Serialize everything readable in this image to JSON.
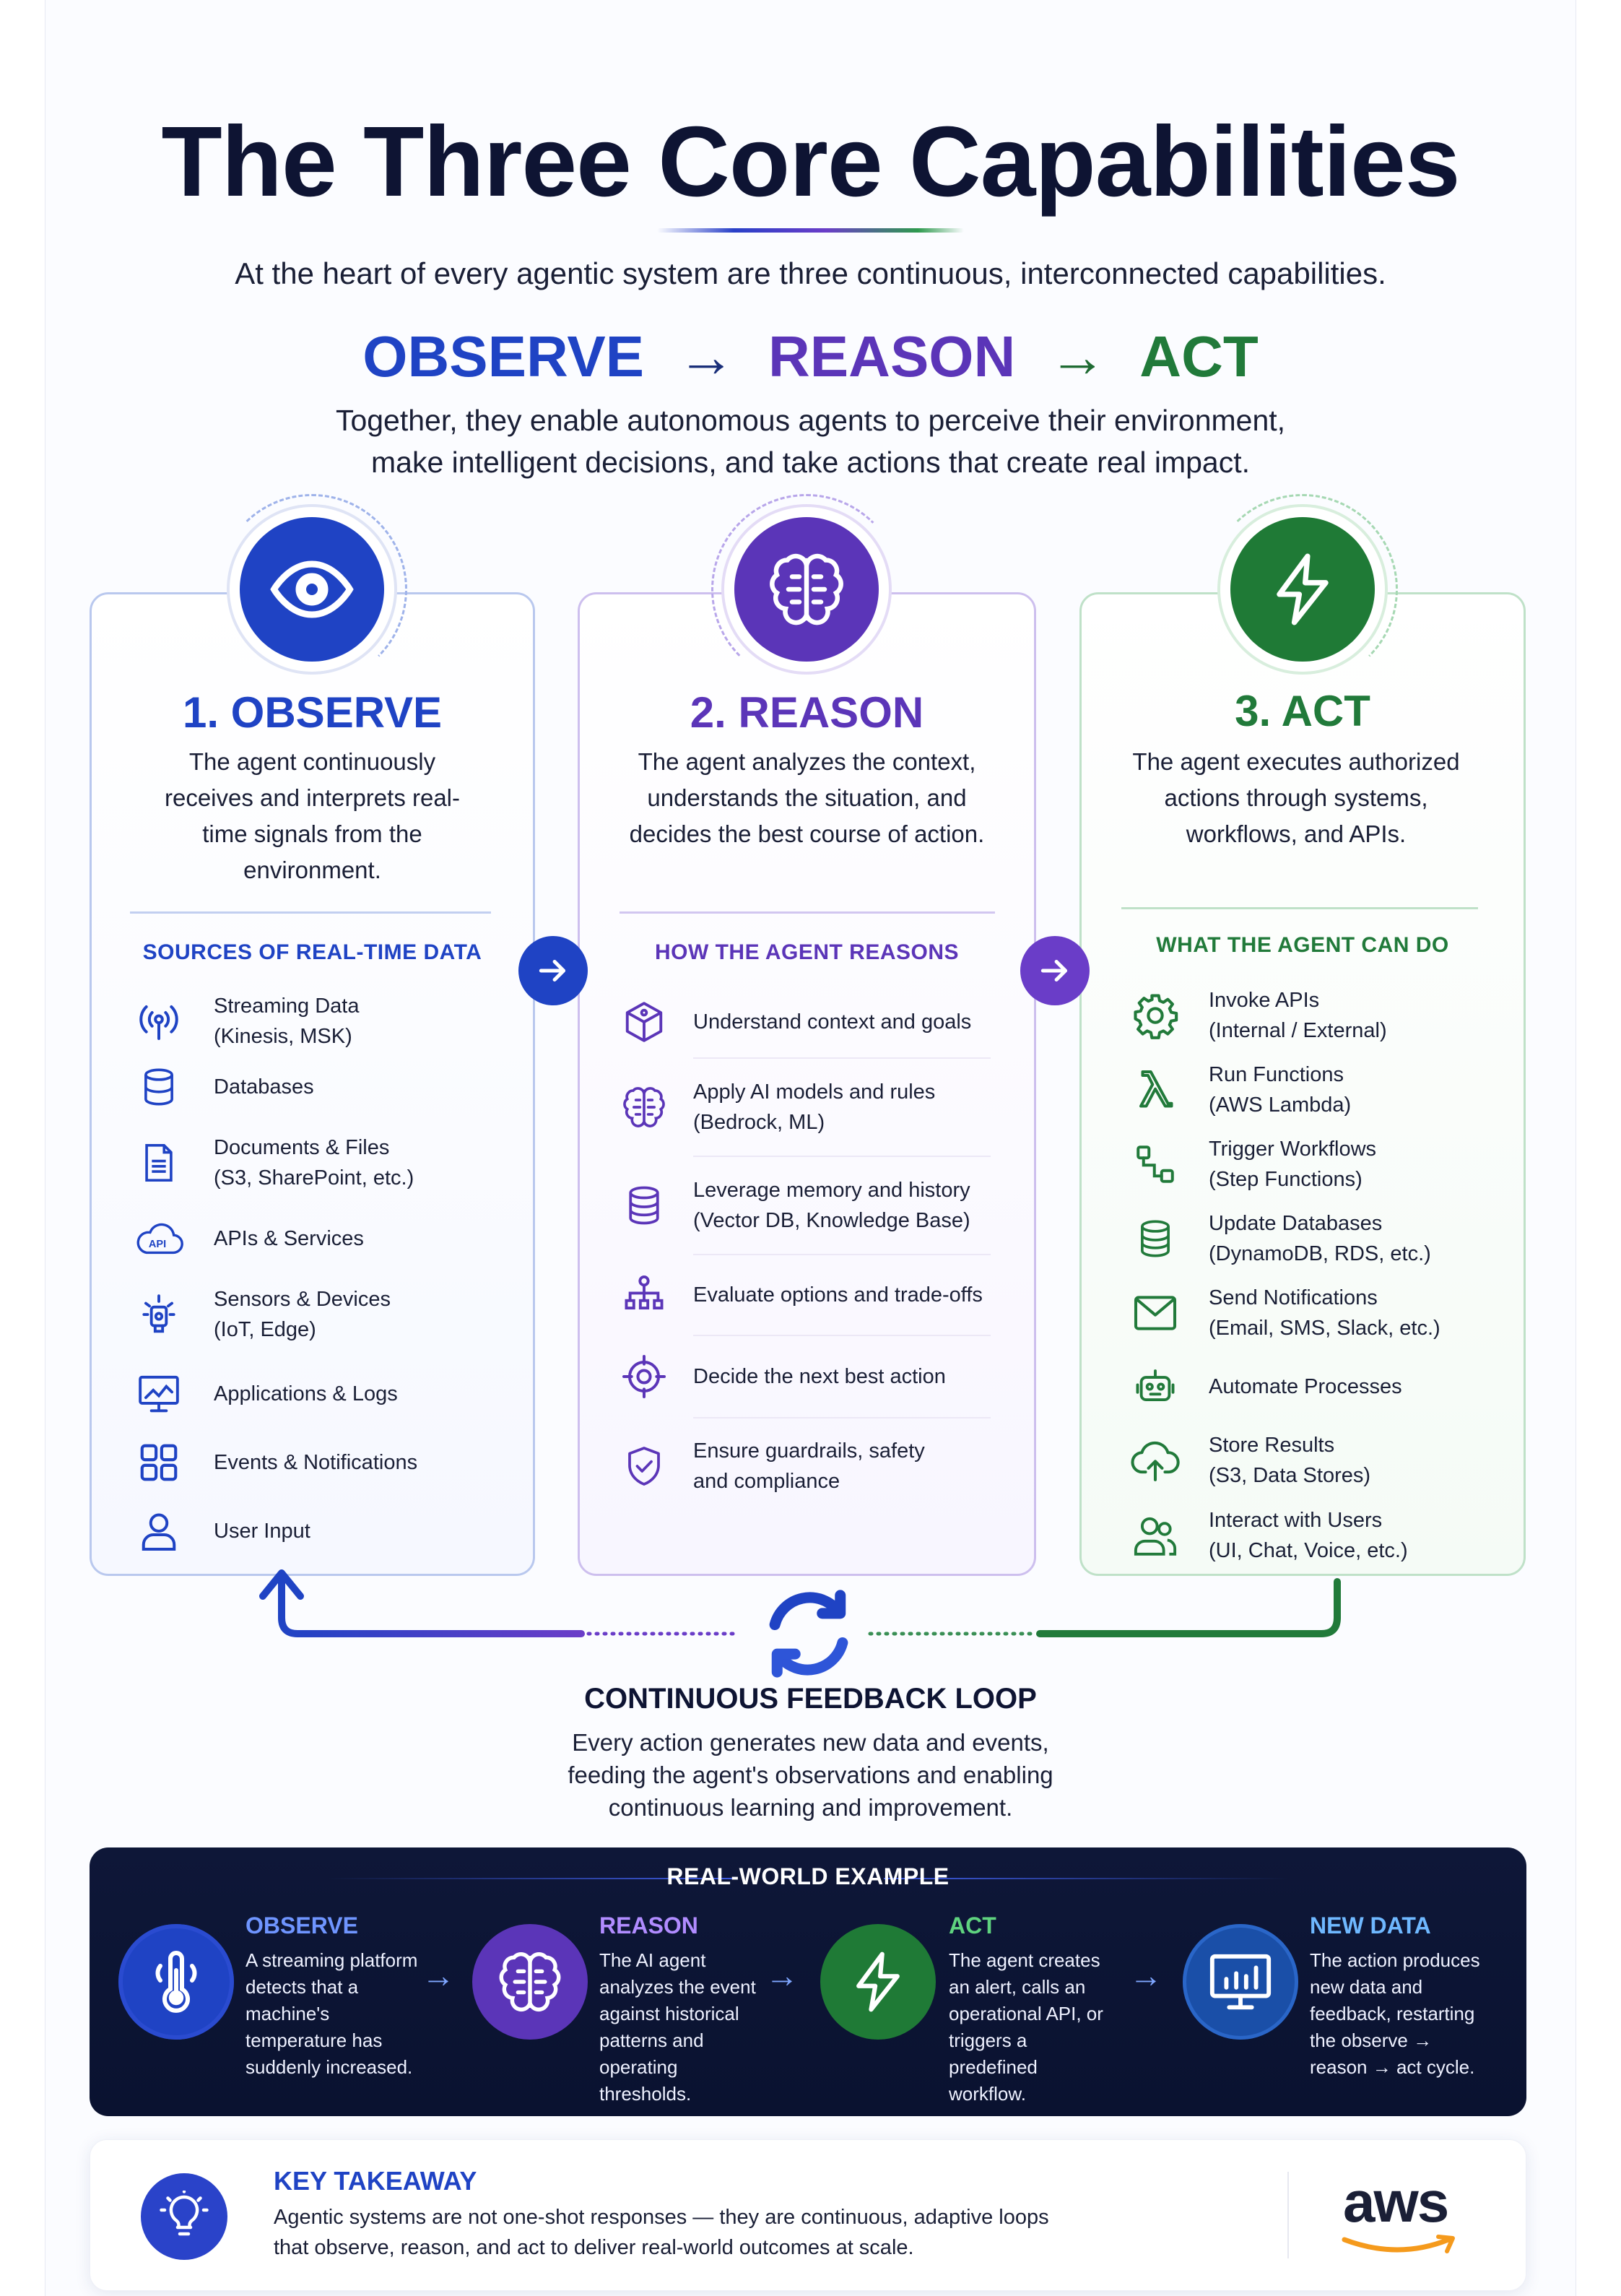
{
  "header": {
    "title": "The Three Core Capabilities",
    "subtitle": "At the heart of every agentic system are three continuous, interconnected capabilities.",
    "flow": {
      "observe": "OBSERVE",
      "reason": "REASON",
      "act": "ACT",
      "arrow": "→"
    },
    "lead_line1": "Together, they enable autonomous agents to perceive their environment,",
    "lead_line2": "make intelligent decisions, and take actions that create real impact."
  },
  "colors": {
    "observe": "#1f43c4",
    "reason": "#5b35b8",
    "act": "#217a3a",
    "navy": "#0e1738"
  },
  "cards": {
    "observe": {
      "title": "1. OBSERVE",
      "desc": "The agent continuously receives and interprets real-time signals from the environment.",
      "section": "SOURCES OF REAL-TIME DATA",
      "items": [
        {
          "icon": "broadcast-icon",
          "text": "Streaming Data\n(Kinesis, MSK)"
        },
        {
          "icon": "database-icon",
          "text": "Databases"
        },
        {
          "icon": "document-icon",
          "text": "Documents & Files\n(S3, SharePoint, etc.)"
        },
        {
          "icon": "api-cloud-icon",
          "text": "APIs & Services"
        },
        {
          "icon": "sensor-icon",
          "text": "Sensors & Devices\n(IoT, Edge)"
        },
        {
          "icon": "monitor-chart-icon",
          "text": "Applications & Logs"
        },
        {
          "icon": "grid-icon",
          "text": "Events & Notifications"
        },
        {
          "icon": "user-icon",
          "text": "User Input"
        }
      ]
    },
    "reason": {
      "title": "2. REASON",
      "desc": "The agent analyzes the context, understands the situation, and decides the best course of action.",
      "section": "HOW THE AGENT REASONS",
      "items": [
        {
          "icon": "cube-icon",
          "text": "Understand context and goals"
        },
        {
          "icon": "brain-icon",
          "text": "Apply AI models and rules\n(Bedrock, ML)"
        },
        {
          "icon": "database-icon",
          "text": "Leverage memory and history\n(Vector DB, Knowledge Base)"
        },
        {
          "icon": "hierarchy-icon",
          "text": "Evaluate options and trade-offs"
        },
        {
          "icon": "target-icon",
          "text": "Decide the next best action"
        },
        {
          "icon": "shield-check-icon",
          "text": "Ensure guardrails, safety\nand compliance"
        }
      ]
    },
    "act": {
      "title": "3. ACT",
      "desc": "The agent executes authorized actions through systems, workflows, and APIs.",
      "section": "WHAT THE AGENT CAN DO",
      "items": [
        {
          "icon": "gear-icon",
          "text": "Invoke APIs\n(Internal / External)"
        },
        {
          "icon": "lambda-icon",
          "text": "Run Functions\n(AWS Lambda)"
        },
        {
          "icon": "workflow-icon",
          "text": "Trigger Workflows\n(Step Functions)"
        },
        {
          "icon": "database-icon",
          "text": "Update Databases\n(DynamoDB, RDS, etc.)"
        },
        {
          "icon": "mail-icon",
          "text": "Send Notifications\n(Email, SMS, Slack, etc.)"
        },
        {
          "icon": "robot-icon",
          "text": "Automate Processes"
        },
        {
          "icon": "cloud-upload-icon",
          "text": "Store Results\n(S3, Data Stores)"
        },
        {
          "icon": "users-icon",
          "text": "Interact with Users\n(UI, Chat, Voice, etc.)"
        }
      ]
    }
  },
  "loop": {
    "title": "CONTINUOUS FEEDBACK LOOP",
    "line1": "Every action generates new data and events,",
    "line2": "feeding the agent's observations and enabling",
    "line3": "continuous learning and improvement."
  },
  "example": {
    "heading": "REAL-WORLD EXAMPLE",
    "steps": [
      {
        "label": "OBSERVE",
        "icon": "thermometer-icon",
        "text": "A streaming platform\ndetects that a\nmachine's\ntemperature has\nsuddenly increased."
      },
      {
        "label": "REASON",
        "icon": "brain-icon",
        "text": "The AI agent\nanalyzes the event\nagainst historical\npatterns and\noperating\nthresholds."
      },
      {
        "label": "ACT",
        "icon": "bolt-icon",
        "text": "The agent creates\nan alert, calls an\noperational API, or\ntriggers a\npredefined\nworkflow."
      },
      {
        "label": "NEW DATA",
        "icon": "monitor-chart-icon",
        "text": "The action produces\nnew data and\nfeedback, restarting\nthe observe →\nreason → act cycle."
      }
    ]
  },
  "takeaway": {
    "title": "KEY TAKEAWAY",
    "text": "Agentic systems are not one-shot responses — they are continuous, adaptive loops\nthat observe, reason, and act to deliver real-world outcomes at scale.",
    "logo": "aws"
  }
}
